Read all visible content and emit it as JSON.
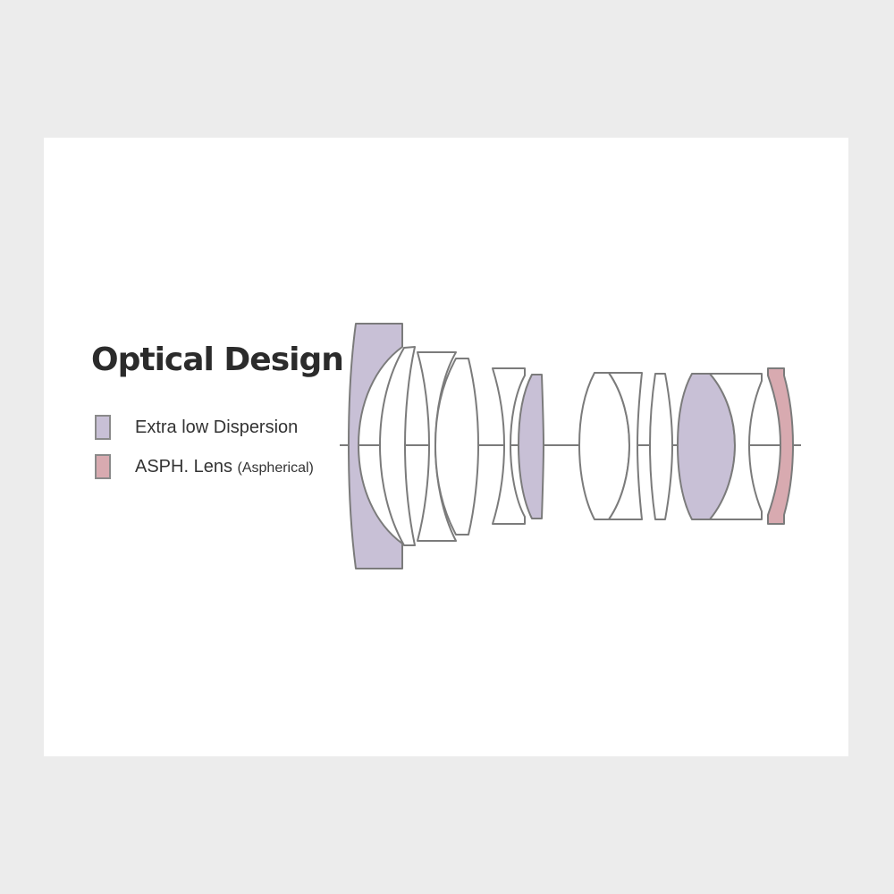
{
  "title": "Optical Design",
  "legend": [
    {
      "label": "Extra low Dispersion",
      "color": "#c8c0d6"
    },
    {
      "label": "ASPH. Lens",
      "note": "(Aspherical)",
      "color": "#d8aab0"
    }
  ],
  "colors": {
    "ed": "#c8c0d6",
    "asph": "#d8aab0",
    "plain": "#ffffff",
    "stroke": "#7b7b7b"
  },
  "lens_elements": [
    "ed",
    "plain",
    "plain",
    "plain",
    "plain",
    "ed",
    "plain",
    "plain",
    "plain",
    "ed",
    "plain",
    "asph"
  ]
}
